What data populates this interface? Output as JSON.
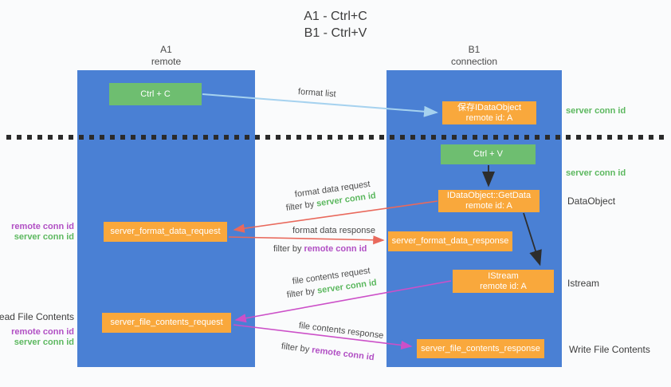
{
  "title": {
    "line1": "A1 - Ctrl+C",
    "line2": "B1 - Ctrl+V"
  },
  "lanes": {
    "left": {
      "name": "A1",
      "role": "remote"
    },
    "right": {
      "name": "B1",
      "role": "connection"
    }
  },
  "nodes": {
    "ctrl_c": {
      "label": "Ctrl + C"
    },
    "ctrl_v": {
      "label": "Ctrl + V"
    },
    "save_dataobject": {
      "line1": "保存IDataObject",
      "line2": "remote id: A"
    },
    "getdata": {
      "line1": "IDataObject::GetData",
      "line2": "remote id: A"
    },
    "istream": {
      "line1": "IStream",
      "line2": "remote id: A"
    },
    "format_request": {
      "label": "server_format_data_request"
    },
    "format_response": {
      "label": "server_format_data_response"
    },
    "file_request": {
      "label": "server_file_contents_request"
    },
    "file_response": {
      "label": "server_file_contents_response"
    }
  },
  "arrow_labels": {
    "format_list": "format list",
    "format_data_request": "format data request",
    "format_data_response": "format data response",
    "file_contents_request": "file contents request",
    "file_contents_response": "file contents response",
    "filter_by": "filter by",
    "server_conn_id": "server conn id",
    "remote_conn_id": "remote conn id"
  },
  "side_labels": {
    "server_conn_id": "server conn id",
    "remote_conn_id": "remote conn id",
    "dataobject": "DataObject",
    "istream": "Istream",
    "read_file_contents": "Read File Contents",
    "write_file_contents": "Write File Contents"
  },
  "colors": {
    "column_blue": "#4a80d4",
    "box_green": "#6ebe70",
    "box_orange": "#f9a83c",
    "text_green": "#5cb85f",
    "text_purple": "#b14fc4",
    "arrow_red": "#e9695c",
    "arrow_magenta": "#cc50c8",
    "arrow_lightblue": "#a6d2ef",
    "arrow_black": "#2d2d2d"
  }
}
